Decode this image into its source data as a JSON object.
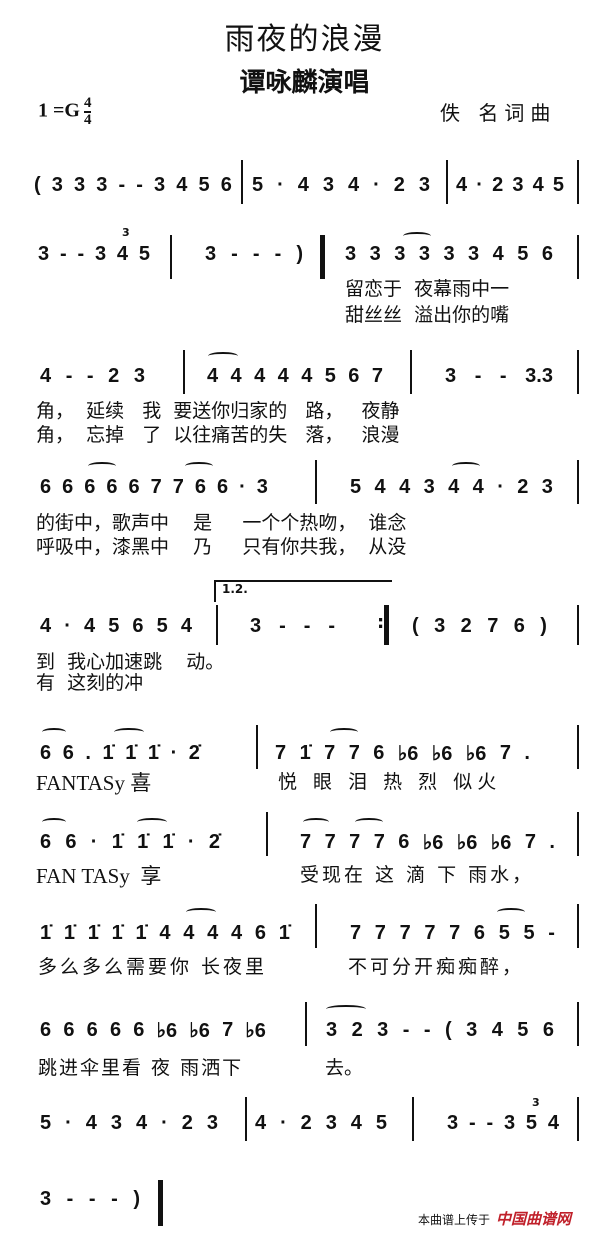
{
  "title": "雨夜的浪漫",
  "singer": "谭咏麟演唱",
  "key": "1 =G",
  "time_top": "4",
  "time_bottom": "4",
  "credit": "佚 名词曲",
  "rows": [
    {
      "m": [
        "( 3 3 3 - - 3 4 5 6",
        "5 · 4 3 4 · 2 3",
        "4 · 2 3 4 5"
      ]
    },
    {
      "m": [
        "3 - - 3 4 5",
        "3 - - - )",
        "3 3 3 3 3 3 4 5 6"
      ],
      "triplet": "3",
      "lyrics": [
        "留恋于  夜幕雨中一",
        "甜丝丝  溢出你的嘴"
      ]
    },
    {
      "m": [
        "4 - - 2 3",
        "4 4 4 4 4 5 6 7",
        "3 - - 3.3"
      ],
      "lyrics": [
        "角，  延续   我  要送你归家的   路，   夜静",
        "角，  忘掉   了  以往痛苦的失   落，   浪漫"
      ]
    },
    {
      "m": [
        "6 6 6 6 6 7 7 6 6 · 3",
        "5 4 4 3 4 4 · 2 3"
      ],
      "lyrics": [
        "的街中，歌声中    是     一个个热吻，  谁念",
        "呼吸中，漆黑中    乃     只有你共我，  从没"
      ]
    },
    {
      "m": [
        "4 · 4 5 6 5 4",
        "3 - - -",
        "( 3 2 7 6 )"
      ],
      "volta": "1.2.",
      "lyrics": [
        "到  我心加速跳    动。",
        "有  这刻的冲"
      ]
    },
    {
      "m": [
        "6 6 . 1̇ 1̇ 1̇ · 2̇",
        "7 1̇ 7 7 6 ♭6 ♭6 ♭6 7 ."
      ],
      "lyrics": [
        "FANTASy 喜",
        "悦 眼 泪 热 烈 似火"
      ]
    },
    {
      "m": [
        "6 6 · 1̇ 1̇ 1̇ · 2̇",
        "7 7 7 7 6 ♭6 ♭6 ♭6 7 ."
      ],
      "lyrics": [
        "FAN TASy  享",
        "受现在 这 滴 下 雨水，"
      ]
    },
    {
      "m": [
        "1̇ 1̇ 1̇ 1̇ 1̇ 4 4 4 4 6 1̇",
        "7 7 7 7 7 6 5 5 -"
      ],
      "lyrics": [
        "多么多么需要你 长夜里",
        "不可分开痴痴醉，"
      ]
    },
    {
      "m": [
        "6 6 6 6 6 ♭6 ♭6 7 ♭6",
        "3 2 3 - - ( 3 4 5 6"
      ],
      "lyrics": [
        "跳进伞里看 夜 雨洒下",
        "去。"
      ]
    },
    {
      "m": [
        "5 · 4 3 4 · 2 3",
        "4 · 2 3 4 5",
        "3 - - 3 5 4"
      ],
      "triplet": "3"
    },
    {
      "m": [
        "3 - - - )"
      ]
    }
  ],
  "footer": {
    "text": "本曲谱上传于",
    "logo": "中国曲谱网"
  }
}
